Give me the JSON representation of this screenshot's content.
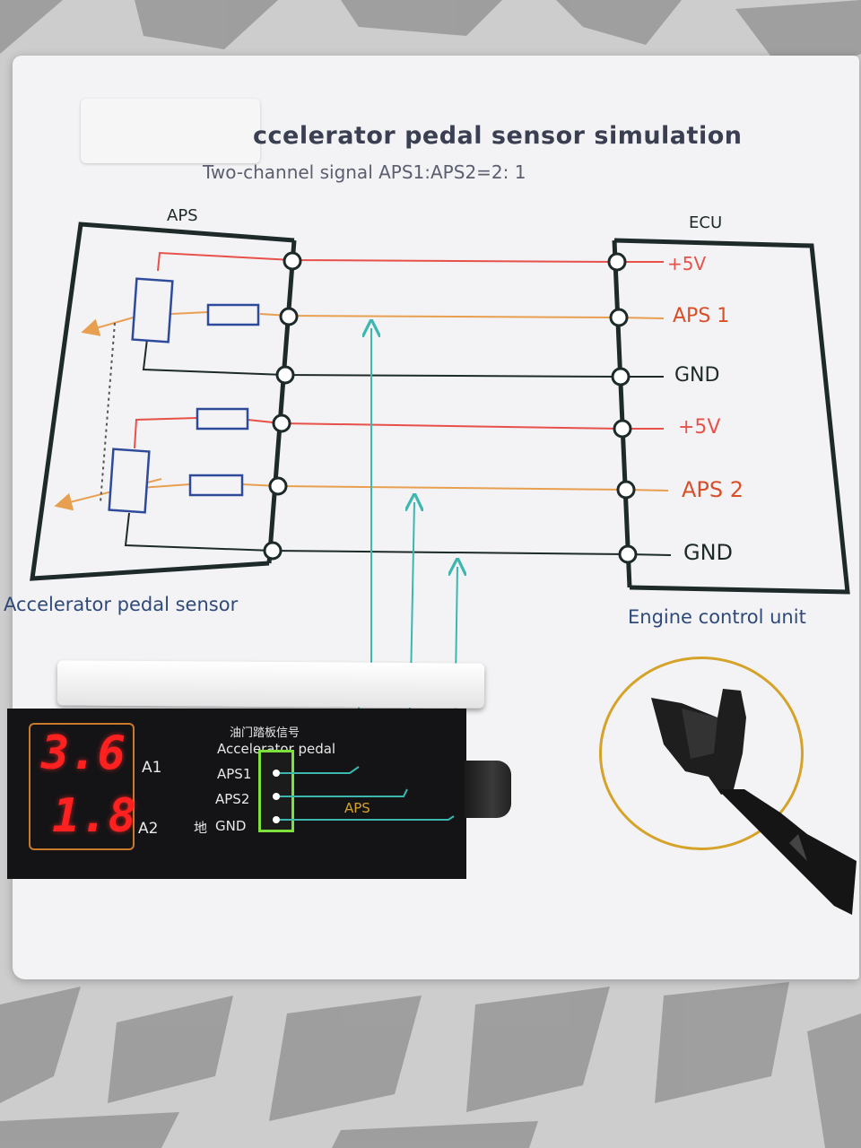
{
  "title": "ccelerator pedal sensor simulation",
  "subtitle": "Two-channel signal   APS1:APS2=2:  1",
  "labels": {
    "aps_box": "APS",
    "ecu_box": "ECU",
    "sensor_caption": "Accelerator pedal sensor",
    "ecu_caption": "Engine control unit"
  },
  "signals": {
    "v5_1": "+5V",
    "aps1": "APS 1",
    "gnd1": "GND",
    "v5_2": "+5V",
    "aps2": "APS 2",
    "gnd2": "GND"
  },
  "simulator": {
    "reading_a1": "3.6",
    "reading_a2": "1.8",
    "label_a1": "A1",
    "label_a2": "A2",
    "chinese_title": "油门踏板信号",
    "english_title": "Accelerator pedal",
    "pin_aps1": "APS1",
    "pin_aps2": "APS2",
    "pin_gnd_cn": "地",
    "pin_gnd": "GND",
    "connector_label": "APS"
  },
  "colors": {
    "supply": "#e8504a",
    "signal": "#e8a050",
    "ground": "#1e2a2a",
    "probe": "#3cb7b0",
    "resistor": "#2e4a9a",
    "aps_text": "#d8502a",
    "ecu_caption": "#2f4a7a"
  },
  "icons": [
    "pedal-connector-photo"
  ]
}
